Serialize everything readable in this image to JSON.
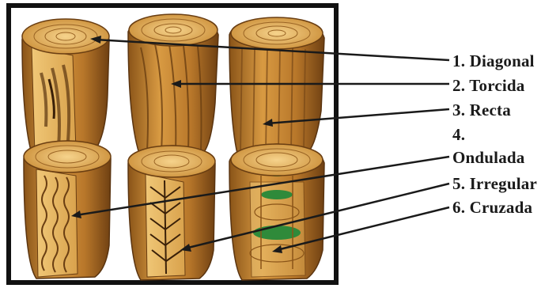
{
  "labels": {
    "diagonal": "1. Diagonal",
    "torcida": "2. Torcida",
    "recta": "3. Recta",
    "ondulada_number": "4.",
    "ondulada_name": "Ondulada",
    "irregular": "5. Irregular",
    "cruzada": "6. Cruzada"
  },
  "colors": {
    "wood_light": "#e8b45a",
    "wood_mid": "#c98b34",
    "wood_dark": "#7a4a18",
    "knot_green": "#2f8a3a",
    "leader_line": "#1a1a1a"
  }
}
